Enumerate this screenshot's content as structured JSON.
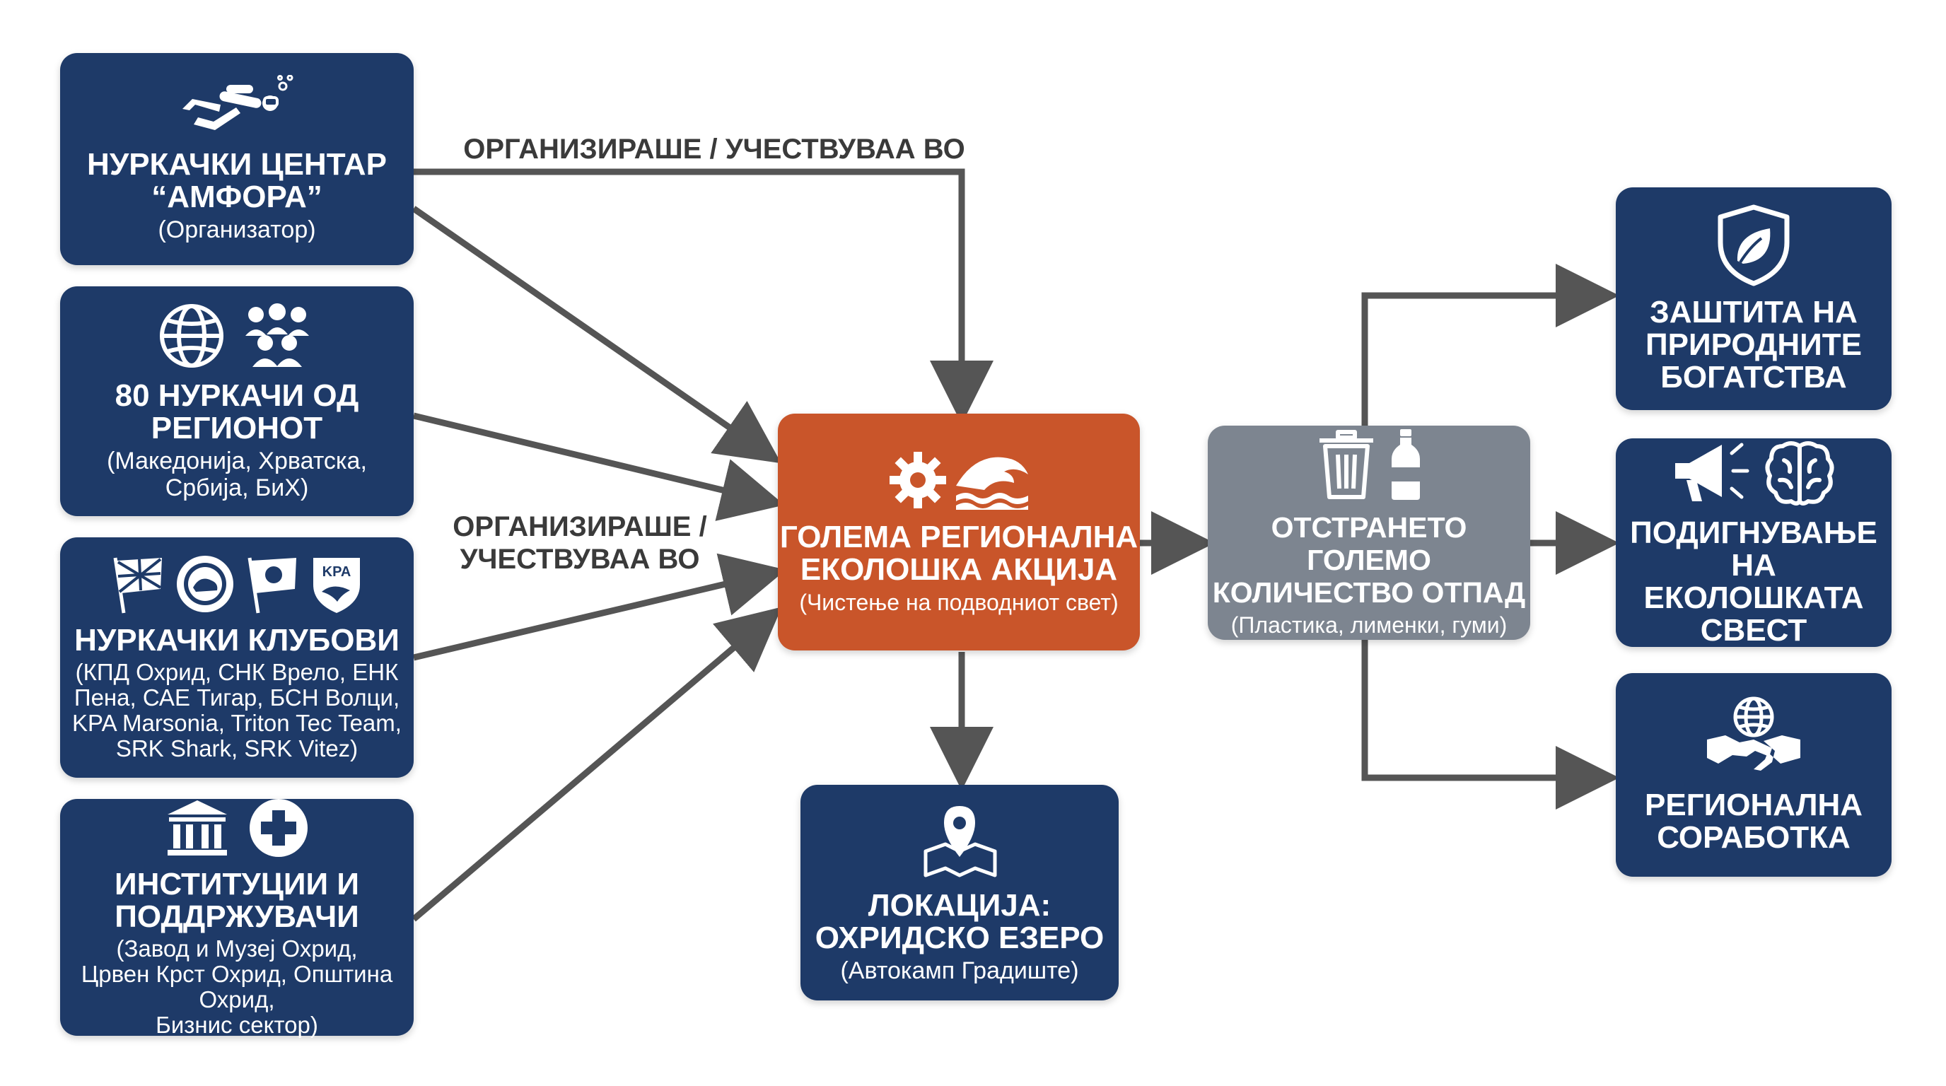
{
  "colors": {
    "navy": "#1e3a68",
    "orange": "#c9552a",
    "grey": "#7d8590",
    "connector": "#555555"
  },
  "sources": [
    {
      "icons": [
        "scuba-diver-icon"
      ],
      "title": "НУРКАЧКИ ЦЕНТАР\n“АМФОРА”",
      "subtitle": "(Организатор)"
    },
    {
      "icons": [
        "globe-icon",
        "people-group-icon"
      ],
      "title": "80 НУРКАЧИ ОД\nРЕГИОНОТ",
      "subtitle": "(Македонија, Хрватска,\nСрбија, БиХ)"
    },
    {
      "icons": [
        "flag-icon",
        "club-seal-icon",
        "flag-icon",
        "kpa-shield-icon"
      ],
      "icon_text": "KPA",
      "title": "НУРКАЧКИ КЛУБОВИ",
      "subtitle": "(КПД Охрид, СНК Врело, ЕНК\nПена, САЕ Тигар, БСН Волци,\nKPA Marsonia, Triton Tec Team,\nSRK Shark, SRK Vitez)"
    },
    {
      "icons": [
        "institution-building-icon",
        "medical-cross-icon"
      ],
      "title": "ИНСТИТУЦИИ И\nПОДДРЖУВАЧИ",
      "subtitle": "(Завод и Музеј Охрид,\nЦрвен Крст Охрид, Општина Охрид,\nБизнис сектор)"
    }
  ],
  "labels": {
    "top": "ОРГАНИЗИРАШЕ / УЧЕСТВУВАА ВО",
    "middle": "ОРГАНИЗИРАШЕ /\nУЧЕСТВУВАА ВО"
  },
  "center": {
    "icons": [
      "gear-icon",
      "wave-icon"
    ],
    "title": "ГОЛЕМА РЕГИОНАЛНА\nЕКОЛОШКА АКЦИЈА",
    "subtitle": "(Чистење на подводниот свет)"
  },
  "location": {
    "icons": [
      "map-pin-icon"
    ],
    "title": "ЛОКАЦИЈА:\nОХРИДСКО ЕЗЕРО",
    "subtitle": "(Автокамп Градиште)"
  },
  "waste": {
    "icons": [
      "trash-bin-icon",
      "bottle-icon"
    ],
    "title": "ОТСТРАНЕТО ГОЛЕМО\nКОЛИЧЕСТВО ОТПАД",
    "subtitle": "(Пластика, лименки, гуми)"
  },
  "outcomes": [
    {
      "icons": [
        "shield-leaf-icon"
      ],
      "title": "ЗАШТИТА НА\nПРИРОДНИТЕ\nБОГАТСТВА"
    },
    {
      "icons": [
        "megaphone-icon",
        "brain-icon"
      ],
      "title": "ПОДИГНУВАЊЕ НА\nЕКОЛОШКАТА\nСВЕСТ"
    },
    {
      "icons": [
        "handshake-globe-icon"
      ],
      "title": "РЕГИОНАЛНА\nСОРАБОТКА"
    }
  ]
}
